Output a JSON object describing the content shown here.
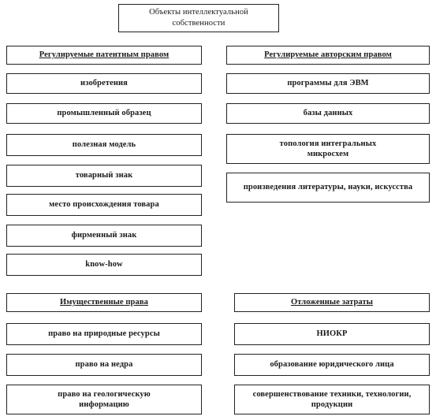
{
  "title": "Объекты интеллектуальной собственности",
  "patent": {
    "header": "Регулируемые патентным правом",
    "items": [
      "изобретения",
      "промышленный образец",
      "полезная модель",
      "товарный знак",
      "место происхождения товара",
      "фирменный знак",
      "know-how"
    ]
  },
  "copyright": {
    "header": "Регулируемые авторским правом",
    "items": [
      "программы для ЭВМ",
      "базы данных",
      "топология интегральных микросхем",
      "произведения литературы, науки, искусства"
    ]
  },
  "property": {
    "header": "Имущественные права",
    "items": [
      "право на природные ресурсы",
      "право на недра",
      "право на геологическую информацию"
    ]
  },
  "deferred": {
    "header": "Отложенные затраты",
    "items": [
      "НИОКР",
      "образование юридического лица",
      "совершенствование техники, технологии, продукции"
    ]
  }
}
